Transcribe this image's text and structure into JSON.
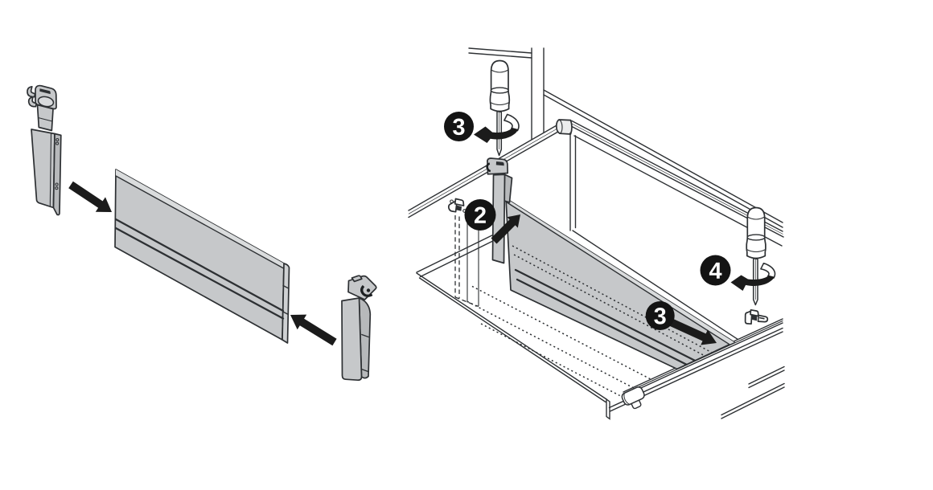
{
  "document": {
    "type": "assembly-instruction-diagram",
    "subject": "drawer cross divider installation",
    "background": "#ffffff"
  },
  "colors": {
    "line": "#2d3033",
    "part_gray": "#c6c8ca",
    "part_gray_light": "#dadcdd",
    "part_gray_side": "#b7b9bb",
    "part_gray_lighter": "#d2d4d5",
    "white": "#ffffff",
    "arrow_black": "#1b1b1b",
    "badge_fill": "#141414",
    "badge_text": "#ffffff"
  },
  "steps": [
    {
      "id": "step-2",
      "label": "2"
    },
    {
      "id": "step-3-back",
      "label": "3"
    },
    {
      "id": "step-3-front",
      "label": "3"
    },
    {
      "id": "step-4",
      "label": "4"
    }
  ]
}
